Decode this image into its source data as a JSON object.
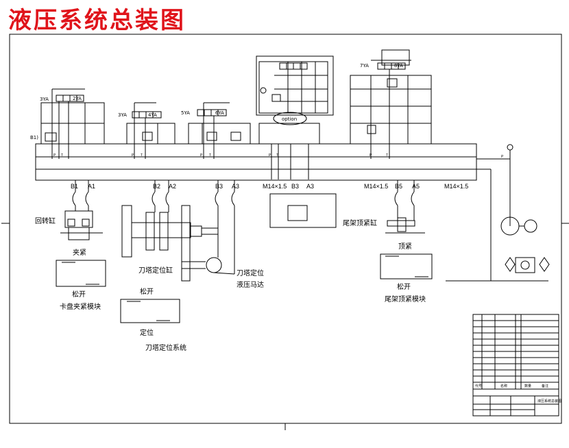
{
  "title": "液压系统总装图",
  "colors": {
    "title": "#e0141b",
    "line": "#000000",
    "paper": "#ffffff"
  },
  "valve_labels": {
    "v1_left": "3YA",
    "v1_right": "2YA",
    "v2_left": "3YA",
    "v2_right": "4YA",
    "v3_left": "5YA",
    "v3_right": "6YA",
    "v5_left": "7YA",
    "v5_right": "8YA",
    "option": "option"
  },
  "port_labels": {
    "p": "P",
    "t": "T",
    "b1": "B1",
    "a1": "A1",
    "b2": "B2",
    "a2": "A2",
    "b3": "B3",
    "a3": "A3",
    "m14_1": "M14×1.5",
    "b4": "B3",
    "a4": "A3",
    "m14_2": "M14×1.5",
    "b5": "B5",
    "a5": "A5",
    "m14_3": "M14×1.5"
  },
  "component_labels": {
    "rotary_cylinder": "回转缸",
    "clamp": "夹紧",
    "loosen_1": "松开",
    "chuck_module": "卡盘夹紧模块",
    "turret_cylinder": "刀塔定位缸",
    "turret_motor_line1": "刀塔定位",
    "turret_motor_line2": "液压马达",
    "loosen_2": "松开",
    "position": "定位",
    "turret_system": "刀塔定位系统",
    "tailstock_cylinder": "尾架顶紧缸",
    "tighten": "顶紧",
    "loosen_3": "松开",
    "tailstock_module": "尾架顶紧模块",
    "left_marker": "B1)"
  },
  "title_block": {
    "code": "代号",
    "name": "名称",
    "qty": "数量",
    "remark": "备注",
    "drawing_name": "液压系统总装图"
  }
}
